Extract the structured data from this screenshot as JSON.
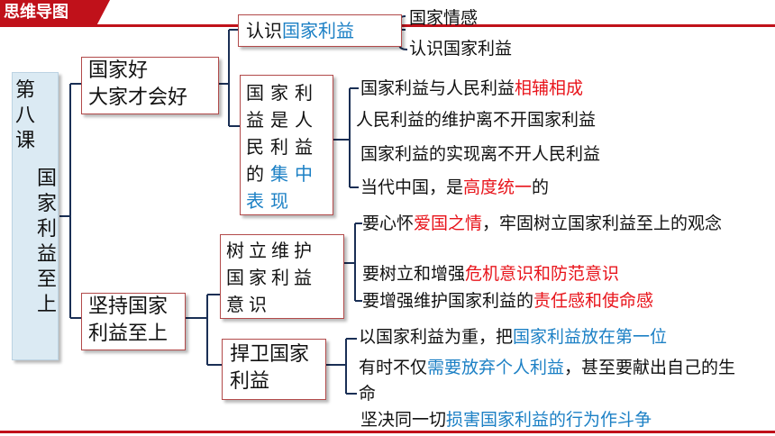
{
  "header": {
    "title": "思维导图"
  },
  "root": {
    "col1": "第八课",
    "col2": "国家利益至上"
  },
  "branches": {
    "b1": {
      "label_line1": "国家好",
      "label_line2": "大家才会好",
      "s1": {
        "label_pre": "认识",
        "label_hl": "国家利益",
        "leaves": [
          "国家情感",
          "认识国家利益"
        ]
      },
      "s2": {
        "label_pre": "国家利益是人民利益的",
        "label_hl": "集中表现",
        "leaves": [
          {
            "pre": "国家利益与人民利益",
            "hl": "相辅相成",
            "post": ""
          },
          {
            "pre": "人民利益的维护离不开国家利益",
            "hl": "",
            "post": ""
          },
          {
            "pre": "国家利益的实现离不开人民利益",
            "hl": "",
            "post": ""
          },
          {
            "pre": "当代中国，是",
            "hl": "高度统一",
            "post": "的"
          }
        ]
      }
    },
    "b2": {
      "label_line1": "坚持国家",
      "label_line2": "利益至上",
      "s3": {
        "label": "树立维护国家利益意识",
        "leaves": [
          {
            "pre": "要心怀",
            "hl": "爱国之情",
            "post": "，牢固树立国家利益至上的观念"
          },
          {
            "pre": "要树立和增强",
            "hl": "危机意识和防范意识",
            "post": ""
          },
          {
            "pre": "要增强维护国家利益的",
            "hl": "责任感和使命感",
            "post": ""
          }
        ]
      },
      "s4": {
        "label_line1": "捍卫国家",
        "label_line2": "利益",
        "leaves": [
          {
            "pre": "以国家利益为重，把",
            "hl": "国家利益放在第一位",
            "post": ""
          },
          {
            "pre": "有时不仅",
            "hl": "需要放弃个人利益",
            "post": "，甚至要献出自己的生命"
          },
          {
            "pre": "坚决同一切",
            "hl": "损害国家利益的行为作斗争",
            "post": ""
          }
        ]
      }
    }
  },
  "colors": {
    "frame": "#c0111a",
    "emphasis": "#e8141b",
    "highlight": "#1c80c5",
    "root_fill": "#dbeaf3"
  }
}
